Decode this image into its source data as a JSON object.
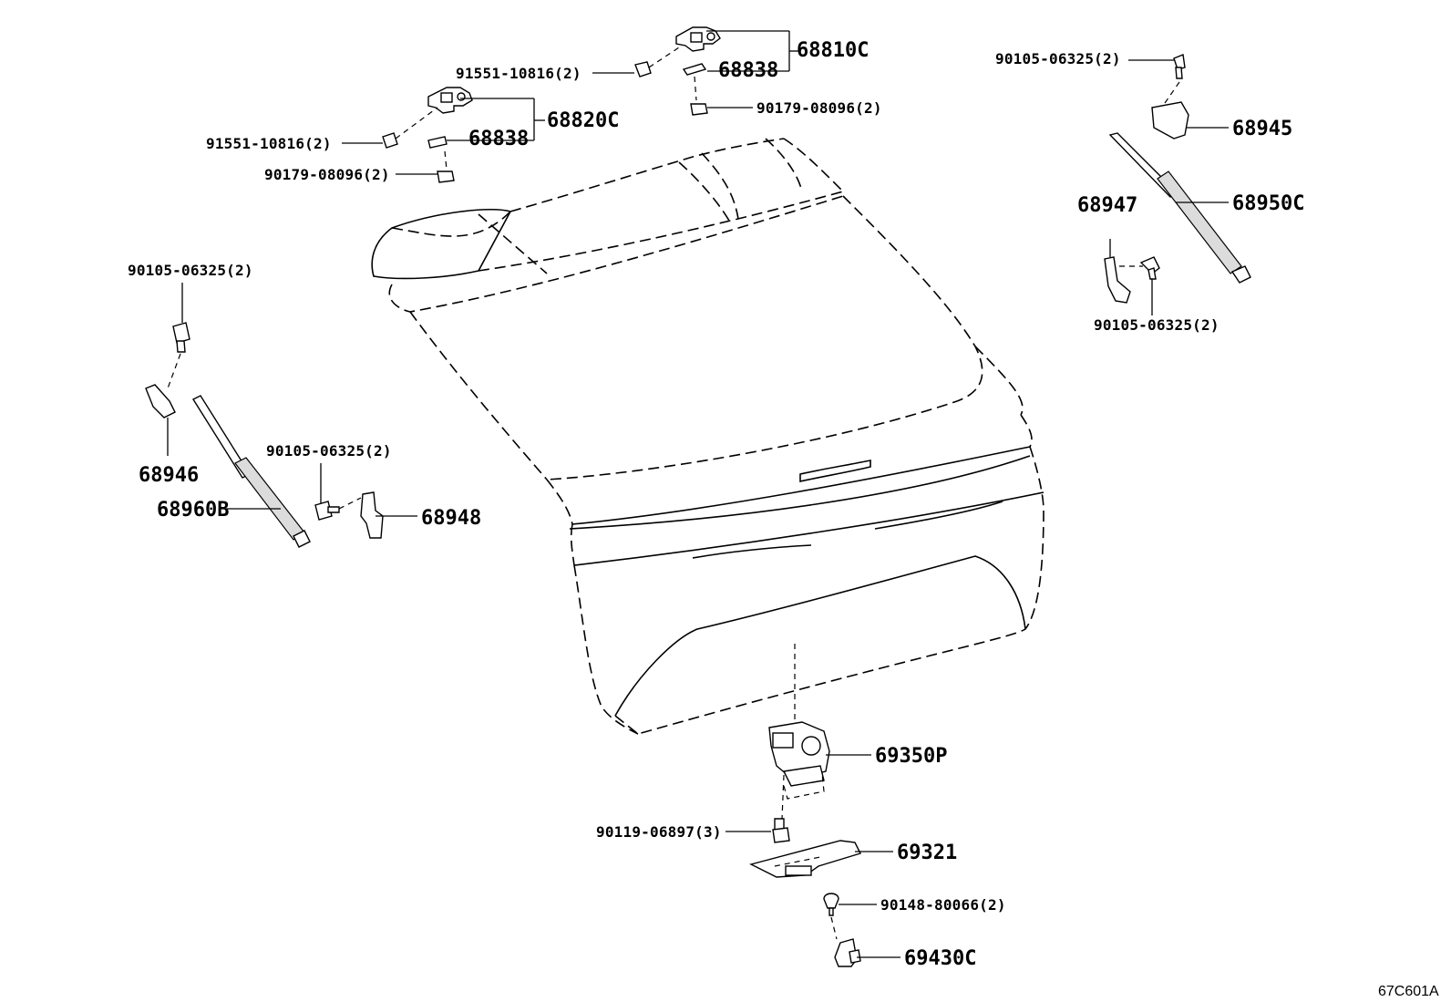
{
  "diagram": {
    "diagram_code": "67C601A",
    "labels": {
      "part_68810C": "68810C",
      "part_68838_upper": "68838",
      "bolt_91551_right": "91551-10816(2)",
      "nut_90179_right": "90179-08096(2)",
      "part_68820C": "68820C",
      "part_68838_lower": "68838",
      "bolt_91551_left": "91551-10816(2)",
      "nut_90179_left": "90179-08096(2)",
      "bolt_90105_top_right": "90105-06325(2)",
      "part_68945": "68945",
      "part_68950C": "68950C",
      "part_68947": "68947",
      "bolt_90105_right_lower": "90105-06325(2)",
      "bolt_90105_left_top": "90105-06325(2)",
      "part_68946": "68946",
      "part_68960B": "68960B",
      "bolt_90105_left_mid": "90105-06325(2)",
      "part_68948": "68948",
      "part_69350P": "69350P",
      "bolt_90119": "90119-06897(3)",
      "part_69321": "69321",
      "part_90148": "90148-80066(2)",
      "part_69430C": "69430C"
    }
  }
}
